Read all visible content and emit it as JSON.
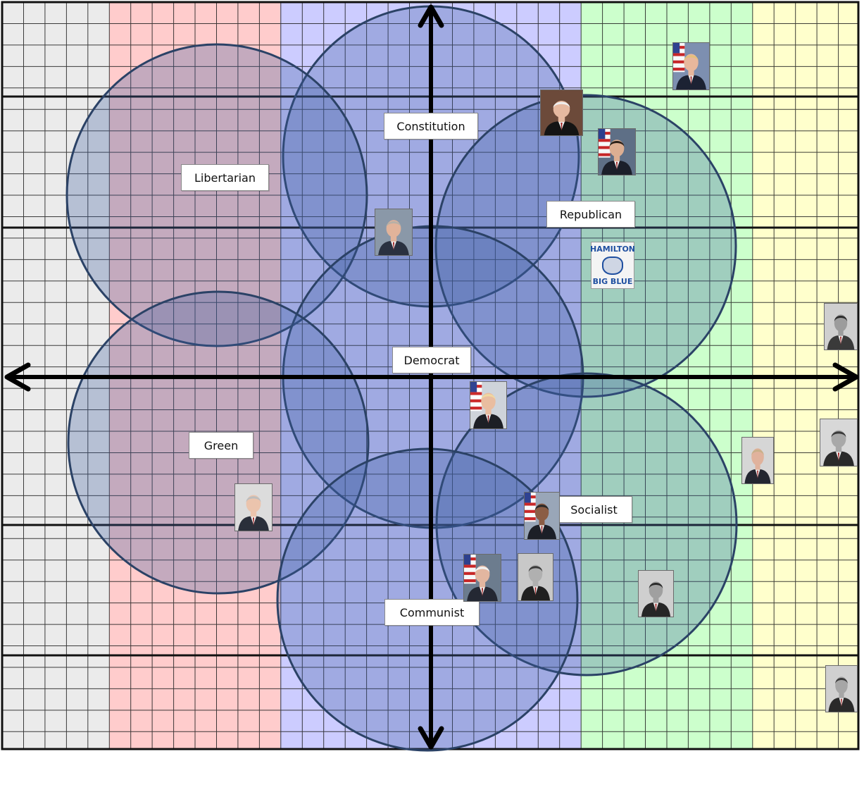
{
  "bands": [
    {
      "name": "far-left",
      "color": "#ebebeb"
    },
    {
      "name": "left",
      "color": "#ffcccc"
    },
    {
      "name": "center",
      "color": "#ccccff"
    },
    {
      "name": "right",
      "color": "#ccffcc"
    },
    {
      "name": "far-right",
      "color": "#ffffcc"
    }
  ],
  "circle_fill": "#3d5e9f",
  "circle_stroke": "#2b4266",
  "parties": [
    {
      "id": "libertarian",
      "label": "Libertarian"
    },
    {
      "id": "constitution",
      "label": "Constitution"
    },
    {
      "id": "republican",
      "label": "Republican"
    },
    {
      "id": "democrat",
      "label": "Democrat"
    },
    {
      "id": "green",
      "label": "Green"
    },
    {
      "id": "socialist",
      "label": "Socialist"
    },
    {
      "id": "communist",
      "label": "Communist"
    }
  ],
  "portraits": [
    {
      "id": "portrait-1",
      "bg": "#7d8fb0",
      "suit": "#1c2233",
      "hair": "#e3c07a",
      "skin": "#e8b79c",
      "flag": true
    },
    {
      "id": "portrait-2",
      "bg": "#6c4a3a",
      "suit": "#141414",
      "hair": "#efefef",
      "skin": "#e6b9a0",
      "flag": false
    },
    {
      "id": "portrait-3",
      "bg": "#5e6f86",
      "suit": "#1b1f2a",
      "hair": "#2a2018",
      "skin": "#dcae92",
      "flag": true
    },
    {
      "id": "portrait-4",
      "bg": "#8a98a8",
      "suit": "#2a3140",
      "hair": "#b8b0a6",
      "skin": "#e1b39a",
      "flag": false
    },
    {
      "id": "portrait-6",
      "bg": "#cfcfcf",
      "suit": "#3a3a3a",
      "hair": "#2a2a2a",
      "skin": "#9c9c9c",
      "flag": false
    },
    {
      "id": "portrait-7",
      "bg": "#cfd4da",
      "suit": "#1d1f25",
      "hair": "#f0d8a0",
      "skin": "#e9bda0",
      "flag": true
    },
    {
      "id": "portrait-8",
      "bg": "#d8d8d8",
      "suit": "#2a2a2a",
      "hair": "#3a3a3a",
      "skin": "#a8a8a8",
      "flag": false
    },
    {
      "id": "portrait-9",
      "bg": "#d6d6d6",
      "suit": "#232630",
      "hair": "#c9b089",
      "skin": "#e0b29c",
      "flag": false
    },
    {
      "id": "portrait-10",
      "bg": "#dcdcdc",
      "suit": "#2a2f3a",
      "hair": "#bdbdbd",
      "skin": "#ebc4ad",
      "flag": false
    },
    {
      "id": "portrait-11",
      "bg": "#99a6b8",
      "suit": "#1c1f27",
      "hair": "#282828",
      "skin": "#8b5d45",
      "flag": true
    },
    {
      "id": "portrait-12",
      "bg": "#6c7c8e",
      "suit": "#242833",
      "hair": "#f2f2f2",
      "skin": "#e2b6a0",
      "flag": true
    },
    {
      "id": "portrait-13",
      "bg": "#c8c8c8",
      "suit": "#202020",
      "hair": "#3a3a3a",
      "skin": "#b0b0b0",
      "flag": false
    },
    {
      "id": "portrait-14",
      "bg": "#cfcfcf",
      "suit": "#262626",
      "hair": "#2a2a2a",
      "skin": "#a0a0a0",
      "flag": false
    },
    {
      "id": "portrait-15",
      "bg": "#d0d0d0",
      "suit": "#2a2a2a",
      "hair": "#3a3a3a",
      "skin": "#a6a6a6",
      "flag": false
    }
  ],
  "logo": {
    "line1": "HAMILTON",
    "line2": "BIG BLUE",
    "color": "#1f4fa0"
  }
}
